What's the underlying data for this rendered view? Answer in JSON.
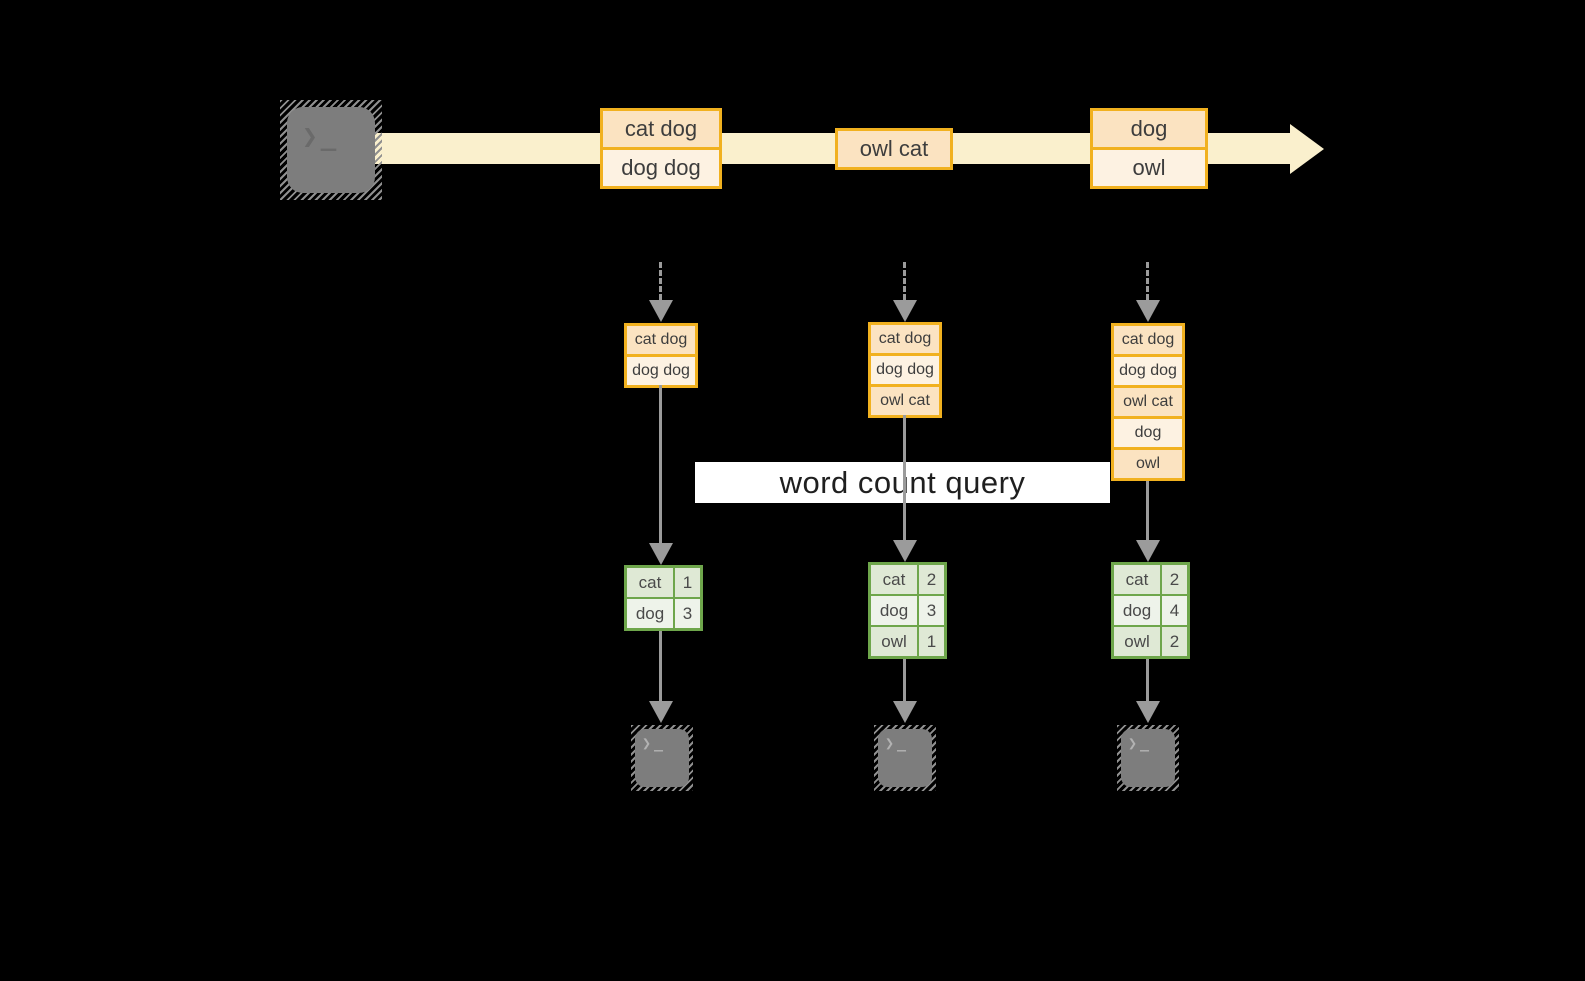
{
  "diagram": {
    "query_label": "word count query",
    "terminal_glyph": "❯_",
    "stream_records": [
      {
        "rows": [
          "cat dog",
          "dog dog"
        ]
      },
      {
        "rows": [
          "owl cat"
        ]
      },
      {
        "rows": [
          "dog",
          "owl"
        ]
      }
    ],
    "state_buffers": [
      {
        "rows": [
          "cat dog",
          "dog dog"
        ]
      },
      {
        "rows": [
          "cat dog",
          "dog dog",
          "owl cat"
        ]
      },
      {
        "rows": [
          "cat dog",
          "dog dog",
          "owl cat",
          "dog",
          "owl"
        ]
      }
    ],
    "count_tables": [
      {
        "rows": [
          [
            "cat",
            "1"
          ],
          [
            "dog",
            "3"
          ]
        ]
      },
      {
        "rows": [
          [
            "cat",
            "2"
          ],
          [
            "dog",
            "3"
          ],
          [
            "owl",
            "1"
          ]
        ]
      },
      {
        "rows": [
          [
            "cat",
            "2"
          ],
          [
            "dog",
            "4"
          ],
          [
            "owl",
            "2"
          ]
        ]
      }
    ],
    "colors": {
      "background": "#000000",
      "stream_fill": "#FAF0CD",
      "record_border": "#F1B11F",
      "record_fill_dark": "#FBE3C1",
      "record_fill_light": "#FDF2E2",
      "table_border": "#6EA64B",
      "table_fill_dark": "#DFE9D5",
      "table_fill_light": "#EEF3EA",
      "arrow_gray": "#9B9B9B",
      "terminal_gray": "#7D7D7D",
      "query_band_fill": "#FFFFFF",
      "text": "#3F3F3F"
    }
  }
}
